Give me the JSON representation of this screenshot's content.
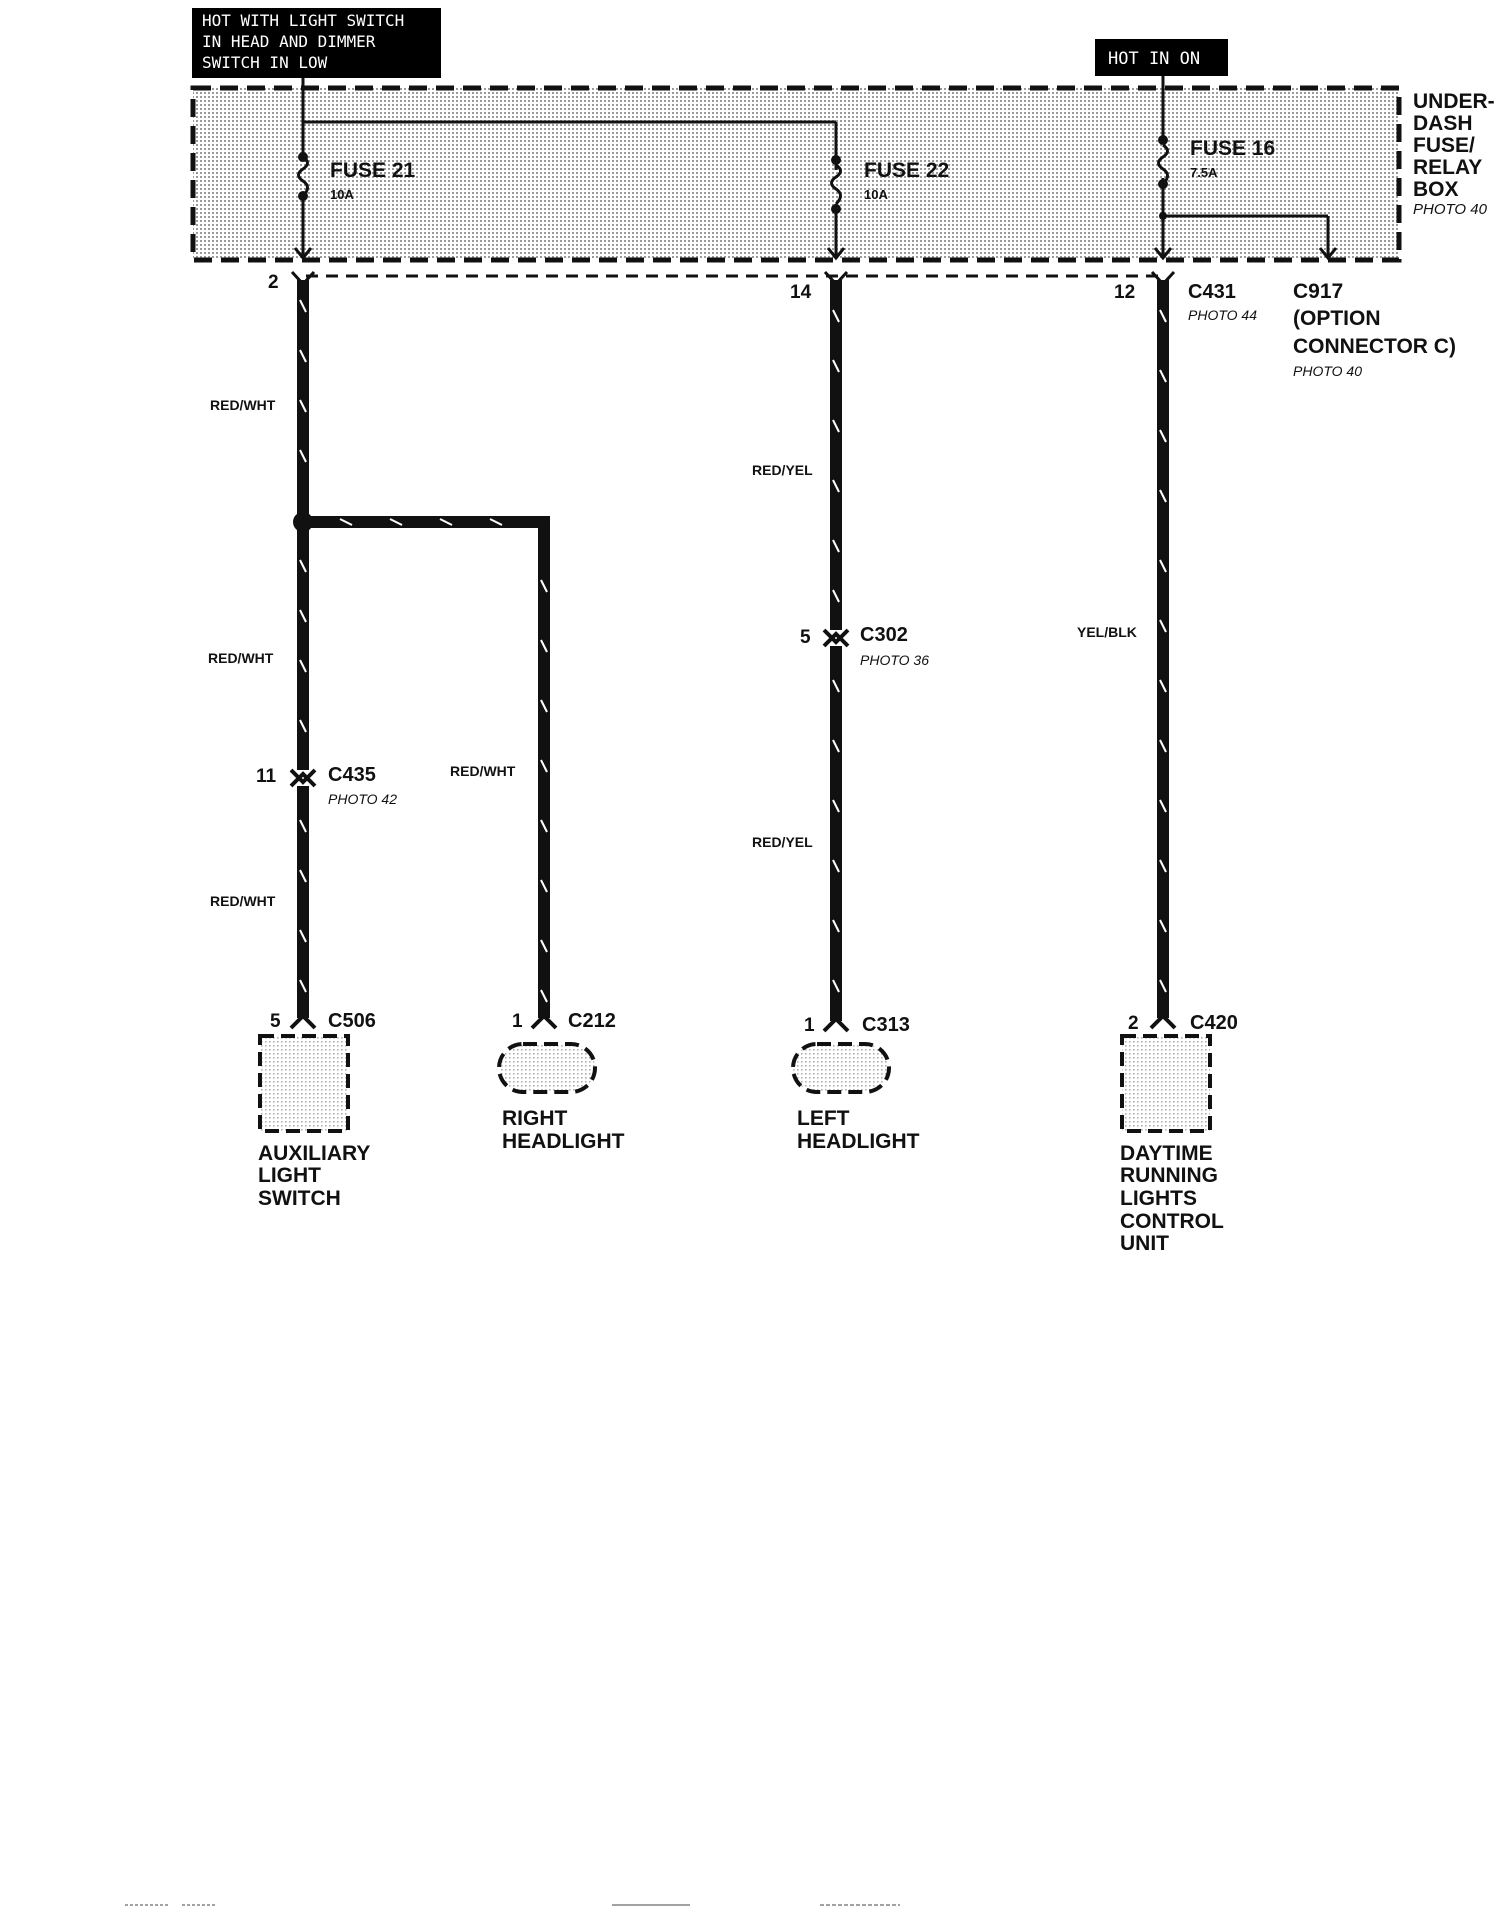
{
  "power_tags": {
    "left": [
      "HOT WITH LIGHT SWITCH",
      "IN HEAD AND DIMMER",
      "SWITCH IN LOW"
    ],
    "right": "HOT IN ON"
  },
  "fuse_box": {
    "label": [
      "UNDER-",
      "DASH",
      "FUSE/",
      "RELAY",
      "BOX"
    ],
    "photo": "PHOTO 40"
  },
  "fuses": [
    {
      "name": "FUSE 21",
      "rating": "10A"
    },
    {
      "name": "FUSE 22",
      "rating": "10A"
    },
    {
      "name": "FUSE 16",
      "rating": "7.5A"
    }
  ],
  "pins": {
    "fuse21_out": "2",
    "fuse22_out": "14",
    "fuse16_out": "12",
    "c302": "5",
    "c435": "11",
    "c506": "5",
    "c212": "1",
    "c313": "1",
    "c420": "2"
  },
  "connectors": {
    "c431": {
      "name": "C431",
      "photo": "PHOTO 44"
    },
    "c917": {
      "lines": [
        "C917",
        "(OPTION",
        "CONNECTOR C)"
      ],
      "photo": "PHOTO 40"
    },
    "c302": {
      "name": "C302",
      "photo": "PHOTO 36"
    },
    "c435": {
      "name": "C435",
      "photo": "PHOTO 42"
    },
    "c506": {
      "name": "C506"
    },
    "c212": {
      "name": "C212"
    },
    "c313": {
      "name": "C313"
    },
    "c420": {
      "name": "C420"
    }
  },
  "wires": {
    "fuse21_top": "RED/WHT",
    "fuse21_mid": "RED/WHT",
    "fuse21_bot": "RED/WHT",
    "right_branch": "RED/WHT",
    "fuse22_top": "RED/YEL",
    "fuse22_bot": "RED/YEL",
    "fuse16": "YEL/BLK"
  },
  "components": {
    "aux_switch": [
      "AUXILIARY",
      "LIGHT",
      "SWITCH"
    ],
    "right_headlight": [
      "RIGHT",
      "HEADLIGHT"
    ],
    "left_headlight": [
      "LEFT",
      "HEADLIGHT"
    ],
    "drl_unit": [
      "DAYTIME",
      "RUNNING",
      "LIGHTS",
      "CONTROL",
      "UNIT"
    ]
  }
}
